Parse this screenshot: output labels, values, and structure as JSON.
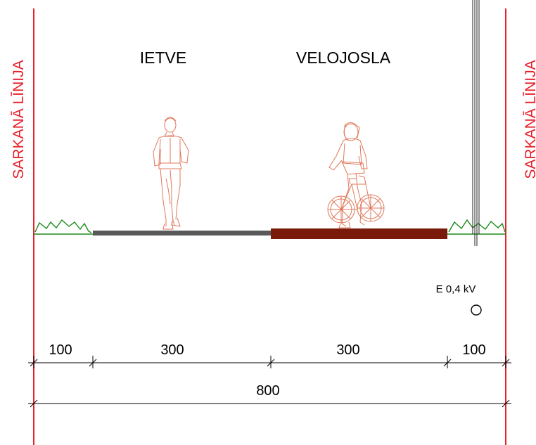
{
  "labels": {
    "left_red_line": "SARKANĀ LĪNIJA",
    "right_red_line": "SARKANĀ LĪNIJA",
    "sidewalk": "IETVE",
    "bike_lane": "VELOJOSLA",
    "power_cable": "E 0,4 kV"
  },
  "dimensions": {
    "segments": [
      "100",
      "300",
      "300",
      "100"
    ],
    "total": "800"
  },
  "colors": {
    "red_line": "#e8202a",
    "sidewalk_surface": "#5a5a5a",
    "bike_lane_surface": "#7a1a0a",
    "grass": "#1a8a1a",
    "figures": "#e0785a"
  }
}
